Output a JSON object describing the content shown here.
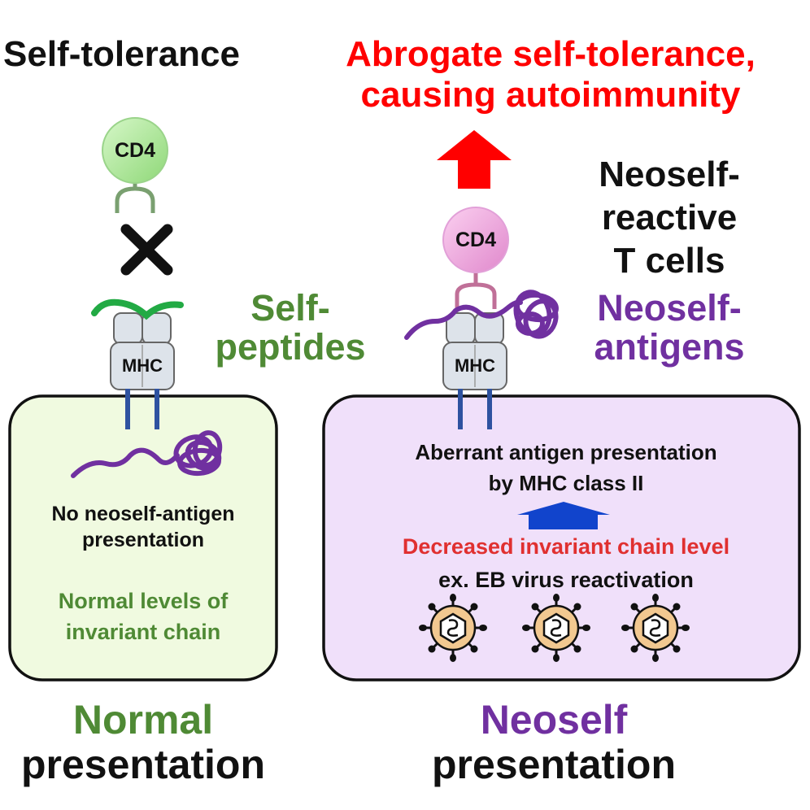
{
  "colors": {
    "black": "#111111",
    "red_heading": "#ff0000",
    "green_text": "#4f8a35",
    "purple_text": "#7030a0",
    "red_text": "#e03030",
    "left_box_fill": "#f0fae0",
    "right_box_fill": "#f0e0fa",
    "cd4_green": "#a8e890",
    "cd4_pink": "#ee99dd",
    "mhc_fill": "#dde3ea",
    "mhc_stalk": "#2e52a0",
    "peptide_green": "#22aa44",
    "antigen_purple": "#7030a0",
    "up_arrow_red": "#ff0000",
    "up_arrow_blue": "#1144cc",
    "virus_fill": "#f2c890"
  },
  "left": {
    "heading": "Self-tolerance",
    "cd4_label": "CD4",
    "block_icon": "x-mark-icon",
    "mhc_label": "MHC",
    "peptide_label": [
      "Self-",
      "peptides"
    ],
    "box_text_1": [
      "No neoself-antigen",
      "presentation"
    ],
    "box_text_2": [
      "Normal levels of",
      "invariant chain"
    ],
    "caption": [
      "Normal",
      "presentation"
    ]
  },
  "right": {
    "heading": [
      "Abrogate self-tolerance,",
      "causing autoimmunity"
    ],
    "cd4_label": "CD4",
    "tcell_label": [
      "Neoself-",
      "reactive",
      "T cells"
    ],
    "mhc_label": "MHC",
    "antigen_label": [
      "Neoself-",
      "antigens"
    ],
    "box_text_1": [
      "Aberrant antigen presentation",
      "by MHC class II"
    ],
    "box_text_2": "Decreased invariant chain level",
    "box_text_3": "ex. EB virus reactivation",
    "virus_icon": "herpes-virus-icon",
    "caption": [
      "Neoself",
      "presentation"
    ]
  }
}
